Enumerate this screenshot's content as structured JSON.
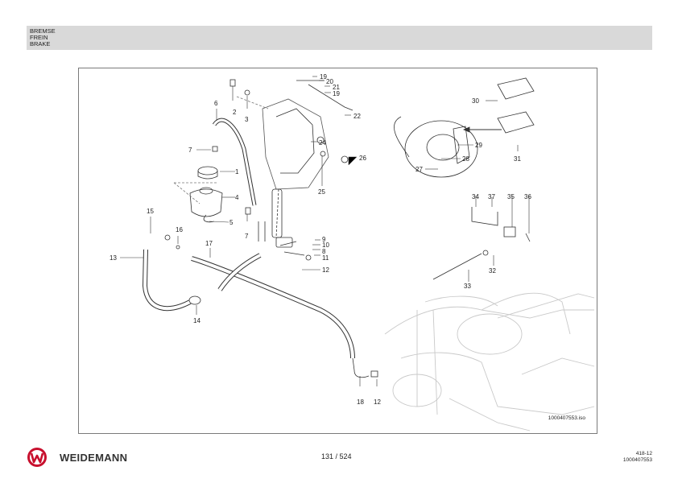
{
  "header": {
    "lines": [
      "BREMSE",
      "FREIN",
      "BRAKE"
    ]
  },
  "figure": {
    "image_id_label": "1000407553.iso",
    "callouts": [
      "1",
      "2",
      "3",
      "4",
      "5",
      "6",
      "7",
      "7",
      "8",
      "9",
      "10",
      "11",
      "12",
      "12",
      "13",
      "14",
      "15",
      "16",
      "17",
      "18",
      "19",
      "19",
      "20",
      "21",
      "22",
      "24",
      "25",
      "26",
      "27",
      "28",
      "29",
      "30",
      "31",
      "32",
      "33",
      "34",
      "35",
      "36",
      "37"
    ]
  },
  "footer": {
    "brand": "WEIDEMANN",
    "page": "131 / 524",
    "doc_code": "418-12",
    "doc_number": "1000407553"
  },
  "colors": {
    "header_band": "#d9d9d9",
    "logo_red": "#c8102e",
    "frame_border": "#7a7a7a"
  }
}
